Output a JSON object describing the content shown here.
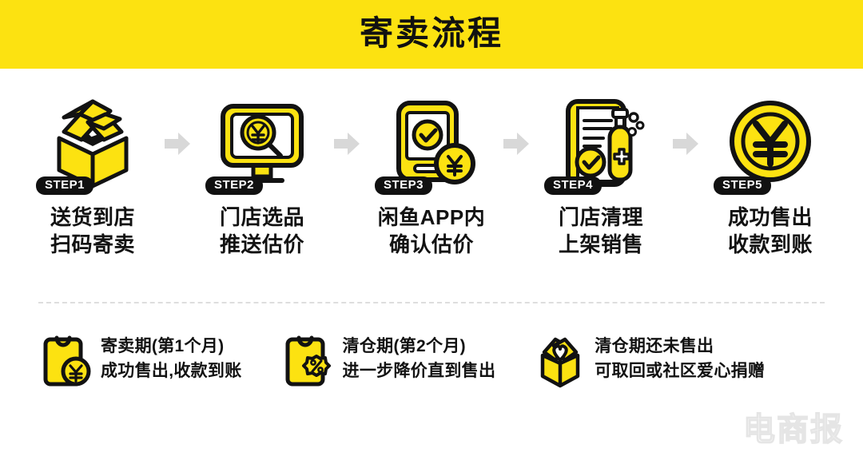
{
  "banner": {
    "title": "寄卖流程",
    "bg_color": "#FCE211",
    "text_color": "#111111"
  },
  "theme": {
    "yellow": "#FCE211",
    "ink": "#121212",
    "arrow_gray": "#D8D8D8",
    "divider_gray": "#DEDEDE"
  },
  "steps": [
    {
      "badge": "STEP1",
      "icon": "open-box-icon",
      "line1": "送货到店",
      "line2": "扫码寄卖"
    },
    {
      "badge": "STEP2",
      "icon": "monitor-search-yen-icon",
      "line1": "门店选品",
      "line2": "推送估价"
    },
    {
      "badge": "STEP3",
      "icon": "phone-check-yen-coin-icon",
      "line1": "闲鱼APP内",
      "line2": "确认估价"
    },
    {
      "badge": "STEP4",
      "icon": "document-check-sanitizer-icon",
      "line1": "门店清理",
      "line2": "上架销售"
    },
    {
      "badge": "STEP5",
      "icon": "yen-coin-icon",
      "line1": "成功售出",
      "line2": "收款到账"
    }
  ],
  "arrows": {
    "glyph": "right-arrow-icon",
    "count": 4,
    "color": "#D8D8D8"
  },
  "notes": [
    {
      "icon": "shopping-bag-yen-icon",
      "line1": "寄卖期(第1个月)",
      "line2": "成功售出,收款到账"
    },
    {
      "icon": "shopping-bag-discount-icon",
      "line1": "清仓期(第2个月)",
      "line2": "进一步降价直到售出"
    },
    {
      "icon": "donation-box-heart-icon",
      "line1": "清仓期还未售出",
      "line2": "可取回或社区爱心捐赠"
    }
  ],
  "watermark": {
    "text": "电商报"
  }
}
